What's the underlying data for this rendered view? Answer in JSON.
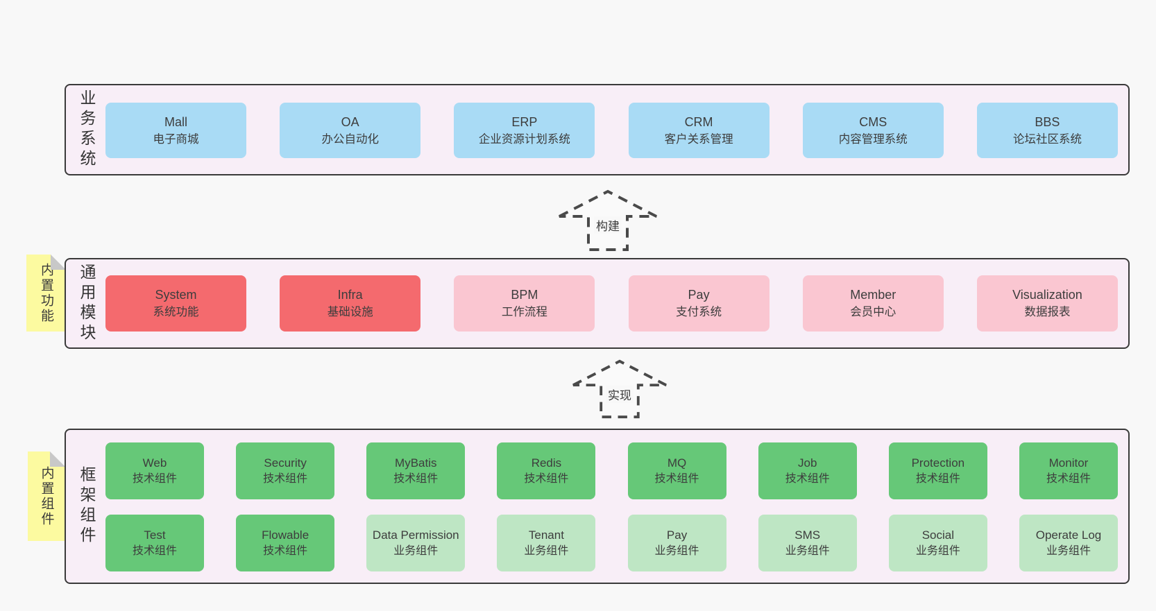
{
  "colors": {
    "page_bg": "#f8f8f8",
    "band_bg": "#f8eef7",
    "band_border": "#3a3a3a",
    "blue_box": "#a9dbf5",
    "red_box": "#f46a6e",
    "pink_box": "#fac6d1",
    "green_box": "#66c878",
    "light_green_box": "#bee6c4",
    "note_yellow": "#fcfaa0",
    "note_fold_gray": "#c8c8c8",
    "text": "#3d3d3d"
  },
  "arrows": [
    {
      "label": "构建"
    },
    {
      "label": "实现"
    }
  ],
  "bands": [
    {
      "label": "业务系统",
      "boxes": [
        {
          "title": "Mall",
          "subtitle": "电子商城"
        },
        {
          "title": "OA",
          "subtitle": "办公自动化"
        },
        {
          "title": "ERP",
          "subtitle": "企业资源计划系统"
        },
        {
          "title": "CRM",
          "subtitle": "客户关系管理"
        },
        {
          "title": "CMS",
          "subtitle": "内容管理系统"
        },
        {
          "title": "BBS",
          "subtitle": "论坛社区系统"
        }
      ]
    },
    {
      "label": "通用模块",
      "note": "内置功能",
      "boxes": [
        {
          "title": "System",
          "subtitle": "系统功能"
        },
        {
          "title": "Infra",
          "subtitle": "基础设施"
        },
        {
          "title": "BPM",
          "subtitle": "工作流程"
        },
        {
          "title": "Pay",
          "subtitle": "支付系统"
        },
        {
          "title": "Member",
          "subtitle": "会员中心"
        },
        {
          "title": "Visualization",
          "subtitle": "数据报表"
        }
      ]
    },
    {
      "label": "框架组件",
      "note": "内置组件",
      "rows": [
        [
          {
            "title": "Web",
            "subtitle": "技术组件"
          },
          {
            "title": "Security",
            "subtitle": "技术组件"
          },
          {
            "title": "MyBatis",
            "subtitle": "技术组件"
          },
          {
            "title": "Redis",
            "subtitle": "技术组件"
          },
          {
            "title": "MQ",
            "subtitle": "技术组件"
          },
          {
            "title": "Job",
            "subtitle": "技术组件"
          },
          {
            "title": "Protection",
            "subtitle": "技术组件"
          },
          {
            "title": "Monitor",
            "subtitle": "技术组件"
          }
        ],
        [
          {
            "title": "Test",
            "subtitle": "技术组件"
          },
          {
            "title": "Flowable",
            "subtitle": "技术组件"
          },
          {
            "title": "Data Permission",
            "subtitle": "业务组件"
          },
          {
            "title": "Tenant",
            "subtitle": "业务组件"
          },
          {
            "title": "Pay",
            "subtitle": "业务组件"
          },
          {
            "title": "SMS",
            "subtitle": "业务组件"
          },
          {
            "title": "Social",
            "subtitle": "业务组件"
          },
          {
            "title": "Operate Log",
            "subtitle": "业务组件"
          }
        ]
      ]
    }
  ]
}
